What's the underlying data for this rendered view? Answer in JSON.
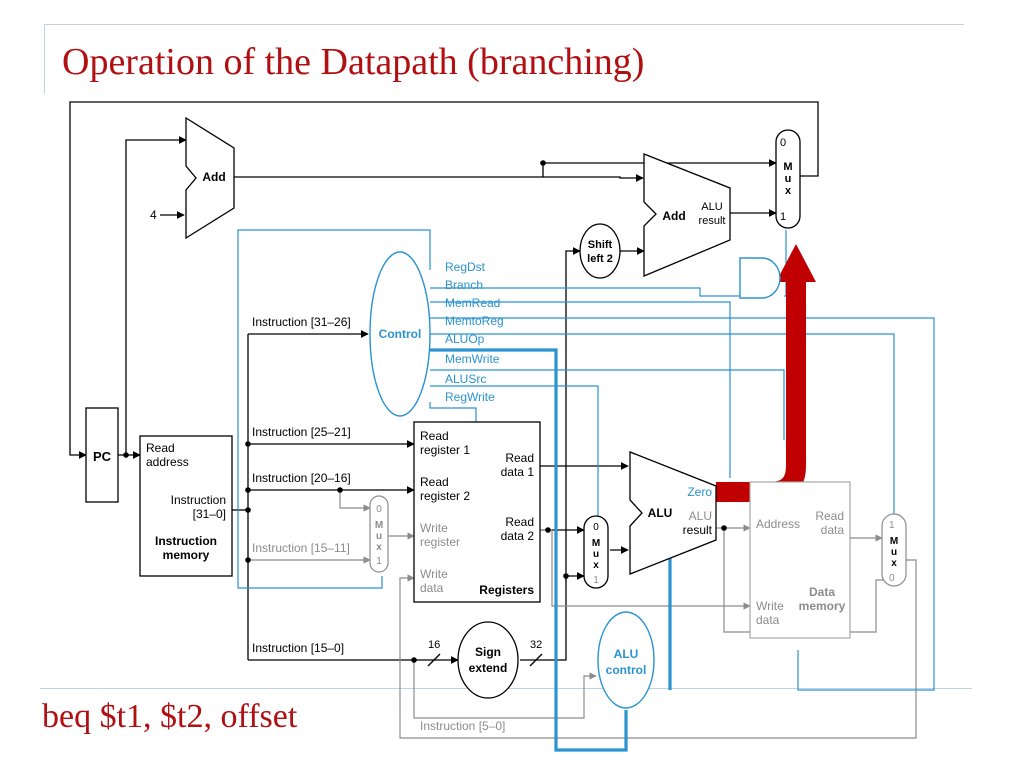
{
  "slide": {
    "title": "Operation of the Datapath (branching)",
    "subtitle": "beq  $t1, $t2, offset"
  },
  "colors": {
    "title": "#b10f12",
    "wire": "#000000",
    "control_signal": "#2a93d0",
    "inactive": "#8c8c8c",
    "highlight_branch": "#c00000"
  },
  "blocks": {
    "pc": "PC",
    "add_top": "Add",
    "constant_four": "4",
    "add_branch": "Add",
    "alu_result_top_1": "ALU",
    "alu_result_top_2": "result",
    "shift_left_1": "Shift",
    "shift_left_2": "left 2",
    "control": "Control",
    "mux_letters": [
      "M",
      "u",
      "x"
    ],
    "mux_zero": "0",
    "mux_one": "1",
    "alu": "ALU",
    "zero": "Zero",
    "alu_result_1": "ALU",
    "alu_result_2": "result",
    "sign_extend_1": "Sign",
    "sign_extend_2": "extend",
    "alu_control_1": "ALU",
    "alu_control_2": "control"
  },
  "instruction_memory": {
    "read_address_1": "Read",
    "read_address_2": "address",
    "instruction_1": "Instruction",
    "instruction_2": "[31–0]",
    "title_1": "Instruction",
    "title_2": "memory"
  },
  "registers": {
    "read_reg1_1": "Read",
    "read_reg1_2": "register 1",
    "read_reg2_1": "Read",
    "read_reg2_2": "register 2",
    "write_reg_1": "Write",
    "write_reg_2": "register",
    "write_data_1": "Write",
    "write_data_2": "data",
    "read_data1_1": "Read",
    "read_data1_2": "data 1",
    "read_data2_1": "Read",
    "read_data2_2": "data 2",
    "title": "Registers"
  },
  "data_memory": {
    "address": "Address",
    "read_data_1": "Read",
    "read_data_2": "data",
    "write_data_1": "Write",
    "write_data_2": "data",
    "title_1": "Data",
    "title_2": "memory"
  },
  "instruction_fields": {
    "f31_26": "Instruction [31–26]",
    "f25_21": "Instruction [25–21]",
    "f20_16": "Instruction [20–16]",
    "f15_11": "Instruction [15–11]",
    "f15_0": "Instruction [15–0]",
    "f5_0": "Instruction [5–0]"
  },
  "bus_widths": {
    "in": "16",
    "out": "32"
  },
  "control_signals": [
    "RegDst",
    "Branch",
    "MemRead",
    "MemtoReg",
    "ALUOp",
    "MemWrite",
    "ALUSrc",
    "RegWrite"
  ]
}
